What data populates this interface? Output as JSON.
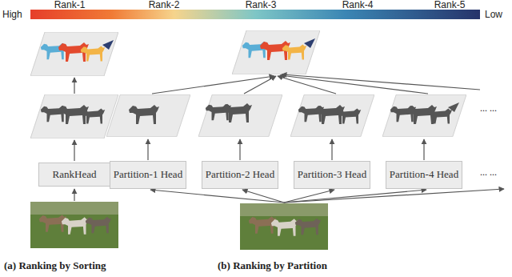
{
  "diagram": {
    "nodes": [
      {
        "text": [
          "RankHead"
        ]
      },
      {
        "text": [
          "Partition-1 Head"
        ]
      },
      {
        "text": [
          "Partition-2 Head"
        ]
      },
      {
        "text": [
          "Partition-3 Head"
        ]
      },
      {
        "text": [
          "Partition-4 Head"
        ]
      }
    ],
    "labels": [
      "High",
      "Rank-1",
      "Rank-2",
      "Rank-3",
      "Rank-4",
      "Rank-5",
      "Low",
      "... ...",
      "... ...",
      "(a) Ranking by Sorting",
      "(b) Ranking by Partition"
    ]
  }
}
